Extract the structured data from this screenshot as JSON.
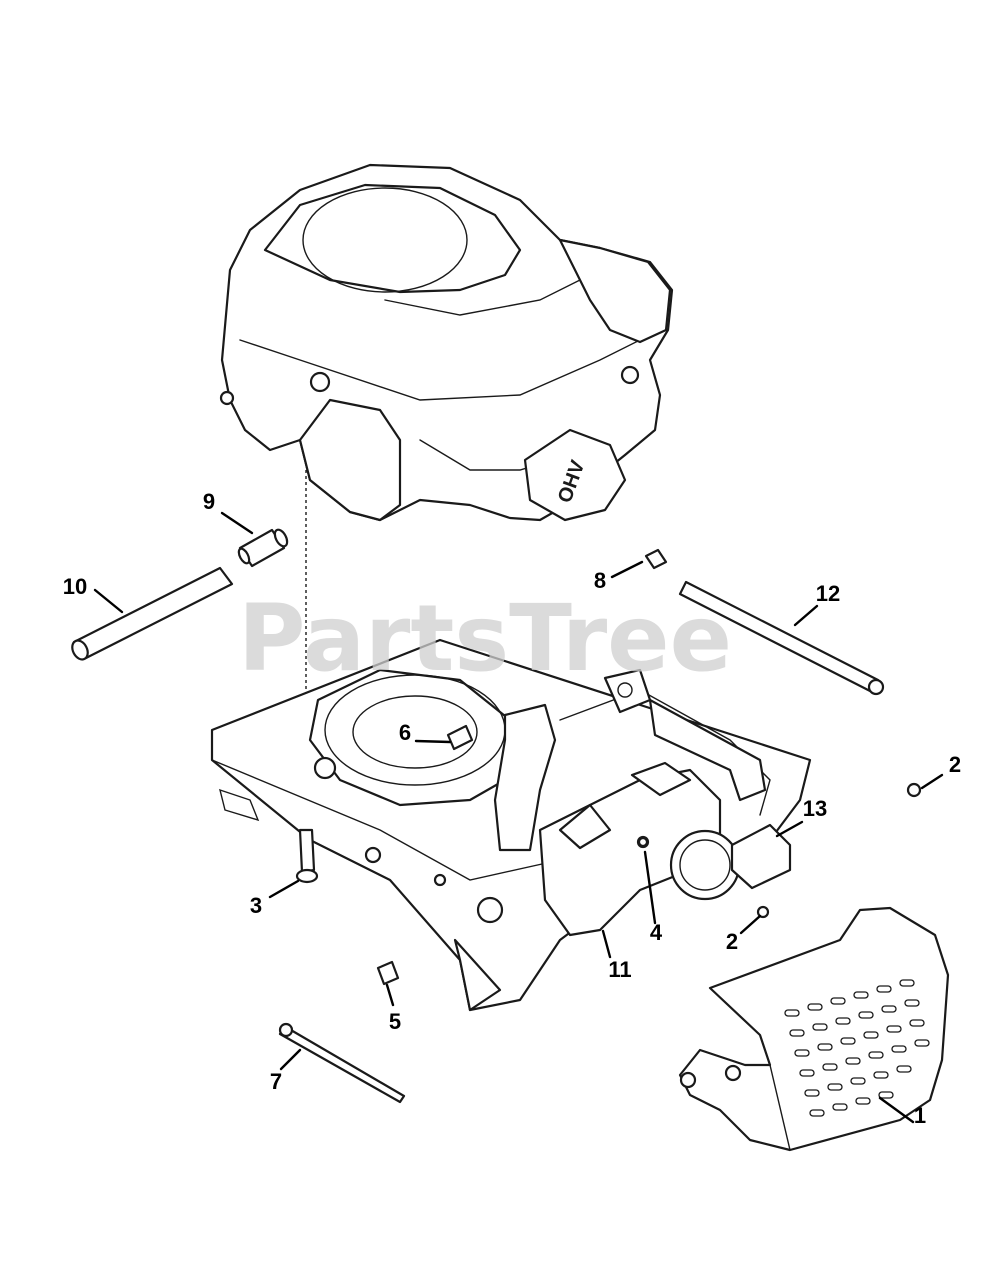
{
  "watermark": "PartsTree",
  "engine_badge": "OHV",
  "callouts": [
    {
      "id": "c1",
      "label": "1"
    },
    {
      "id": "c2a",
      "label": "2"
    },
    {
      "id": "c2b",
      "label": "2"
    },
    {
      "id": "c3",
      "label": "3"
    },
    {
      "id": "c4",
      "label": "4"
    },
    {
      "id": "c5",
      "label": "5"
    },
    {
      "id": "c6",
      "label": "6"
    },
    {
      "id": "c7",
      "label": "7"
    },
    {
      "id": "c8",
      "label": "8"
    },
    {
      "id": "c9",
      "label": "9"
    },
    {
      "id": "c10",
      "label": "10"
    },
    {
      "id": "c11",
      "label": "11"
    },
    {
      "id": "c12",
      "label": "12"
    },
    {
      "id": "c13",
      "label": "13"
    }
  ]
}
